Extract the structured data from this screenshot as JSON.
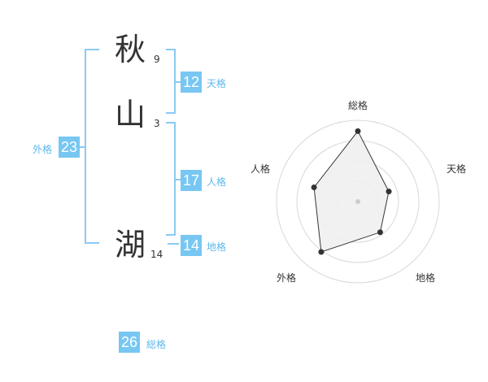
{
  "name_diagram": {
    "surname": [
      {
        "char": "秋",
        "strokes": "9"
      },
      {
        "char": "山",
        "strokes": "3"
      }
    ],
    "given": [
      {
        "char": "湖",
        "strokes": "14"
      }
    ],
    "fortunes": {
      "tenkaku": {
        "value": "12",
        "label": "天格"
      },
      "jinkaku": {
        "value": "17",
        "label": "人格"
      },
      "chikaku": {
        "value": "14",
        "label": "地格"
      },
      "gaikaku": {
        "value": "23",
        "label": "外格"
      },
      "soukaku": {
        "value": "26",
        "label": "総格"
      }
    },
    "accent_color": "#77c7f2"
  },
  "chart_data": {
    "type": "radar",
    "axes": [
      "総格",
      "天格",
      "地格",
      "外格",
      "人格"
    ],
    "values": [
      26,
      12,
      14,
      23,
      17
    ],
    "rlim": [
      0,
      30
    ],
    "rings": 4,
    "grid": true,
    "fill_color": "#efefef",
    "line_color": "#333333"
  }
}
